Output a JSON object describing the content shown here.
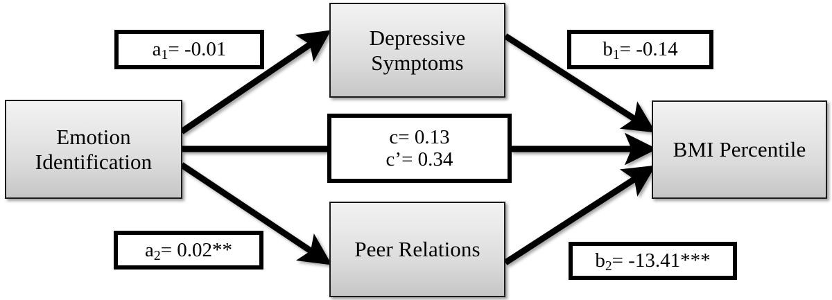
{
  "diagram": {
    "type": "mediation-path-diagram",
    "title": "",
    "background_color": "#ffffff",
    "node_fill_top": "#f2f2f2",
    "node_fill_bottom": "#c6c6c6",
    "node_border_color": "#1b1b1b",
    "edge_color": "#000000",
    "coef_border_color": "#000000",
    "nodes": [
      {
        "id": "emotion-identification",
        "label_line1": "Emotion",
        "label_line2": "Identification",
        "role": "predictor"
      },
      {
        "id": "depressive-symptoms",
        "label_line1": "Depressive",
        "label_line2": "Symptoms",
        "role": "mediator-1"
      },
      {
        "id": "peer-relations",
        "label_line1": "Peer Relations",
        "label_line2": "",
        "role": "mediator-2"
      },
      {
        "id": "bmi-percentile",
        "label_line1": "BMI Percentile",
        "label_line2": "",
        "role": "outcome"
      }
    ],
    "paths": [
      {
        "id": "a1",
        "from": "emotion-identification",
        "to": "depressive-symptoms",
        "coefficient_symbol": "a",
        "coefficient_subscript": "1",
        "operator": "=",
        "value": "-0.01",
        "significance": "",
        "label_text": "a1= -0.01"
      },
      {
        "id": "b1",
        "from": "depressive-symptoms",
        "to": "bmi-percentile",
        "coefficient_symbol": "b",
        "coefficient_subscript": "1",
        "operator": "=",
        "value": "-0.14",
        "significance": "",
        "label_text": "b1= -0.14"
      },
      {
        "id": "c",
        "from": "emotion-identification",
        "to": "bmi-percentile",
        "coefficient_symbol": "c",
        "coefficient_subscript": "",
        "operator": "=",
        "value": "0.13",
        "significance": "",
        "label_text": "c= 0.13"
      },
      {
        "id": "c-prime",
        "from": "emotion-identification",
        "to": "bmi-percentile",
        "coefficient_symbol": "c’",
        "coefficient_subscript": "",
        "operator": "=",
        "value": "0.34",
        "significance": "",
        "label_text": "c’= 0.34"
      },
      {
        "id": "a2",
        "from": "emotion-identification",
        "to": "peer-relations",
        "coefficient_symbol": "a",
        "coefficient_subscript": "2",
        "operator": "=",
        "value": "0.02",
        "significance": "**",
        "label_text": "a2= 0.02**"
      },
      {
        "id": "b2",
        "from": "peer-relations",
        "to": "bmi-percentile",
        "coefficient_symbol": "b",
        "coefficient_subscript": "2",
        "operator": "=",
        "value": "-13.41",
        "significance": "***",
        "label_text": "b2= -13.41***"
      }
    ],
    "labels": {
      "a1_symbol": "a",
      "a1_sub": "1",
      "a1_rest": "= -0.01",
      "b1_symbol": "b",
      "b1_sub": "1",
      "b1_rest": "= -0.14",
      "a2_symbol": "a",
      "a2_sub": "2",
      "a2_rest": "= 0.02**",
      "b2_symbol": "b",
      "b2_sub": "2",
      "b2_rest": "= -13.41***",
      "c_row": "c= 0.13",
      "c_prime_row": "c’= 0.34"
    }
  }
}
